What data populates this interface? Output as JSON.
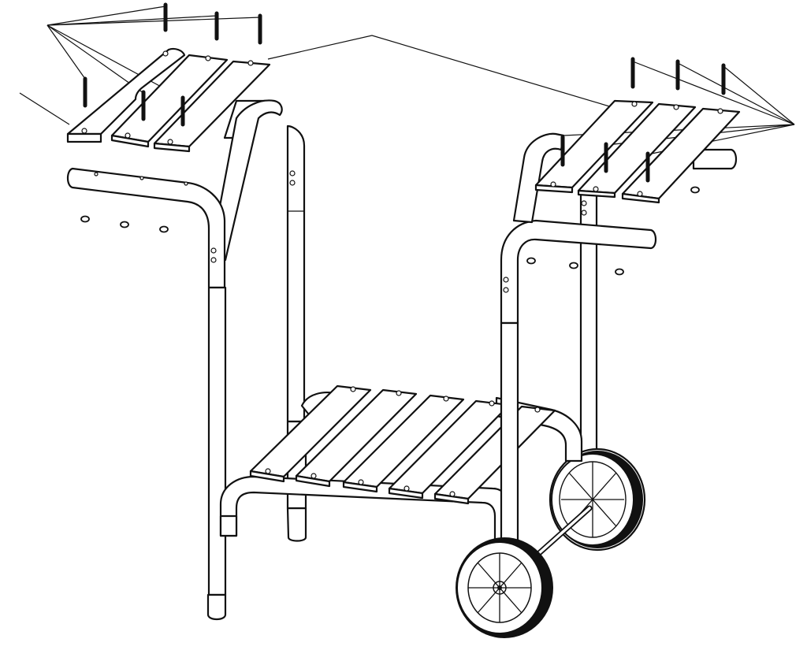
{
  "diagram": {
    "type": "exploded-assembly-illustration",
    "line_color": "#111111",
    "background_color": "#ffffff",
    "parts": {
      "left_side_shelf_slats": 3,
      "right_side_shelf_slats": 3,
      "bottom_shelf_slats": 5,
      "left_shelf_bolts": 6,
      "right_shelf_bolts": 6,
      "left_shelf_nuts": 3,
      "right_shelf_nuts": 4,
      "wheels": 2
    }
  }
}
